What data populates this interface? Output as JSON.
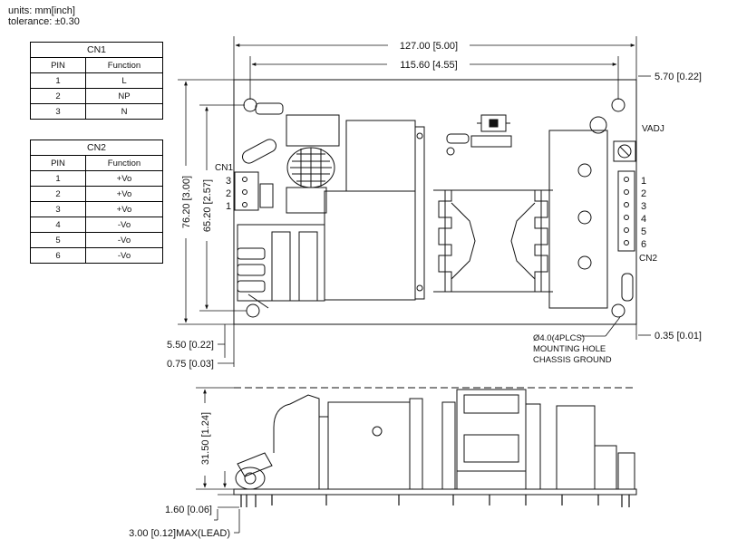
{
  "header": {
    "units": "units: mm[inch]",
    "tolerance": "tolerance: ±0.30"
  },
  "cn1_table": {
    "title": "CN1",
    "col_pin": "PIN",
    "col_function": "Function",
    "rows": [
      {
        "pin": "1",
        "function": "L"
      },
      {
        "pin": "2",
        "function": "NP"
      },
      {
        "pin": "3",
        "function": "N"
      }
    ]
  },
  "cn2_table": {
    "title": "CN2",
    "col_pin": "PIN",
    "col_function": "Function",
    "rows": [
      {
        "pin": "1",
        "function": "+Vo"
      },
      {
        "pin": "2",
        "function": "+Vo"
      },
      {
        "pin": "3",
        "function": "+Vo"
      },
      {
        "pin": "4",
        "function": "-Vo"
      },
      {
        "pin": "5",
        "function": "-Vo"
      },
      {
        "pin": "6",
        "function": "-Vo"
      }
    ]
  },
  "dimensions": {
    "overall_length": "127.00 [5.00]",
    "hole_spacing_x": "115.60 [4.55]",
    "right_offset": "5.70 [0.22]",
    "overall_width": "76.20 [3.00]",
    "hole_spacing_y": "65.20 [2.57]",
    "bottom_offset": "5.50 [0.22]",
    "left_offset": "0.75 [0.03]",
    "right_bottom_offset": "0.35 [0.01]",
    "height": "31.50 [1.24]",
    "pcb_thickness": "1.60 [0.06]",
    "lead_length": "3.00 [0.12]MAX(LEAD)"
  },
  "labels": {
    "cn1": "CN1",
    "cn2": "CN2",
    "vadj": "VADJ",
    "cn1_pins": [
      "3",
      "2",
      "1"
    ],
    "cn2_pins": [
      "1",
      "2",
      "3",
      "4",
      "5",
      "6"
    ],
    "mounting_hole_1": "Ø4.0(4PLCS)",
    "mounting_hole_2": "MOUNTING HOLE",
    "mounting_hole_3": "CHASSIS GROUND"
  }
}
